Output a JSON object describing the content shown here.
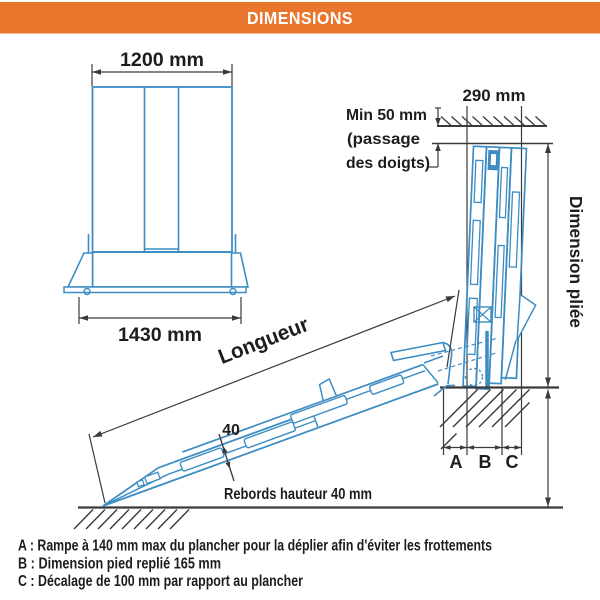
{
  "header": {
    "title": "DIMENSIONS"
  },
  "colors": {
    "accent_orange": "#E8762D",
    "drawing_blue": "#3D8DC3",
    "dimension_line_dark": "#3A3A3C",
    "text_dark": "#1D1D1F",
    "background": "#FFFFFF"
  },
  "front_view": {
    "top_width": "1200 mm",
    "base_width": "1430 mm"
  },
  "side_view": {
    "depth": "290 mm",
    "finger_gap_lines": [
      "Min 50 mm",
      "(passage",
      "des doigts)"
    ],
    "folded_height_label": "Dimension pliée",
    "marks": {
      "a": "A",
      "b": "B",
      "c": "C"
    }
  },
  "ramp": {
    "length_label": "Longueur",
    "edge_height": "40",
    "edge_note": "Rebords hauteur 40 mm"
  },
  "legend": {
    "separator": " : ",
    "items": [
      {
        "key": "A",
        "text": "Rampe à 140 mm max du plancher pour la déplier afin d'éviter les frottements"
      },
      {
        "key": "B",
        "text": "Dimension pied replié 165 mm"
      },
      {
        "key": "C",
        "text": "Décalage de 100 mm par rapport au plancher"
      }
    ]
  }
}
